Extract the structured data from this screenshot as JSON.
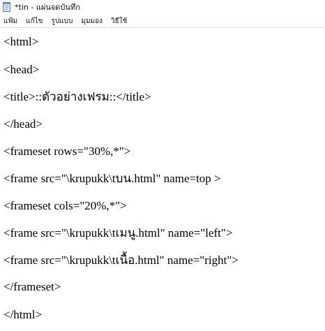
{
  "window": {
    "title": "*tin - แผ่นจดบันทึก",
    "icon": "notepad-icon"
  },
  "menu": [
    "แฟ้ม",
    "แก้ไข",
    "รูปแบบ",
    "มุมมอง",
    "วิธีใช้"
  ],
  "editor": {
    "lines": [
      "<html>",
      "<head>",
      "<title>::ตัวอย่างเฟรม::</title>",
      "</head>",
      "<frameset rows=\"30%,*\">",
      "<frame src=\"\\krupukk\\tบน.html\" name=top >",
      "<frameset cols=\"20%,*\">",
      "<frame src=\"\\krupukk\\tเมนู.html\" name=\"left\">",
      "<frame src=\"\\krupukk\\tเนื้อ.html\" name=\"right\">",
      "</frameset>",
      "</html>"
    ]
  }
}
